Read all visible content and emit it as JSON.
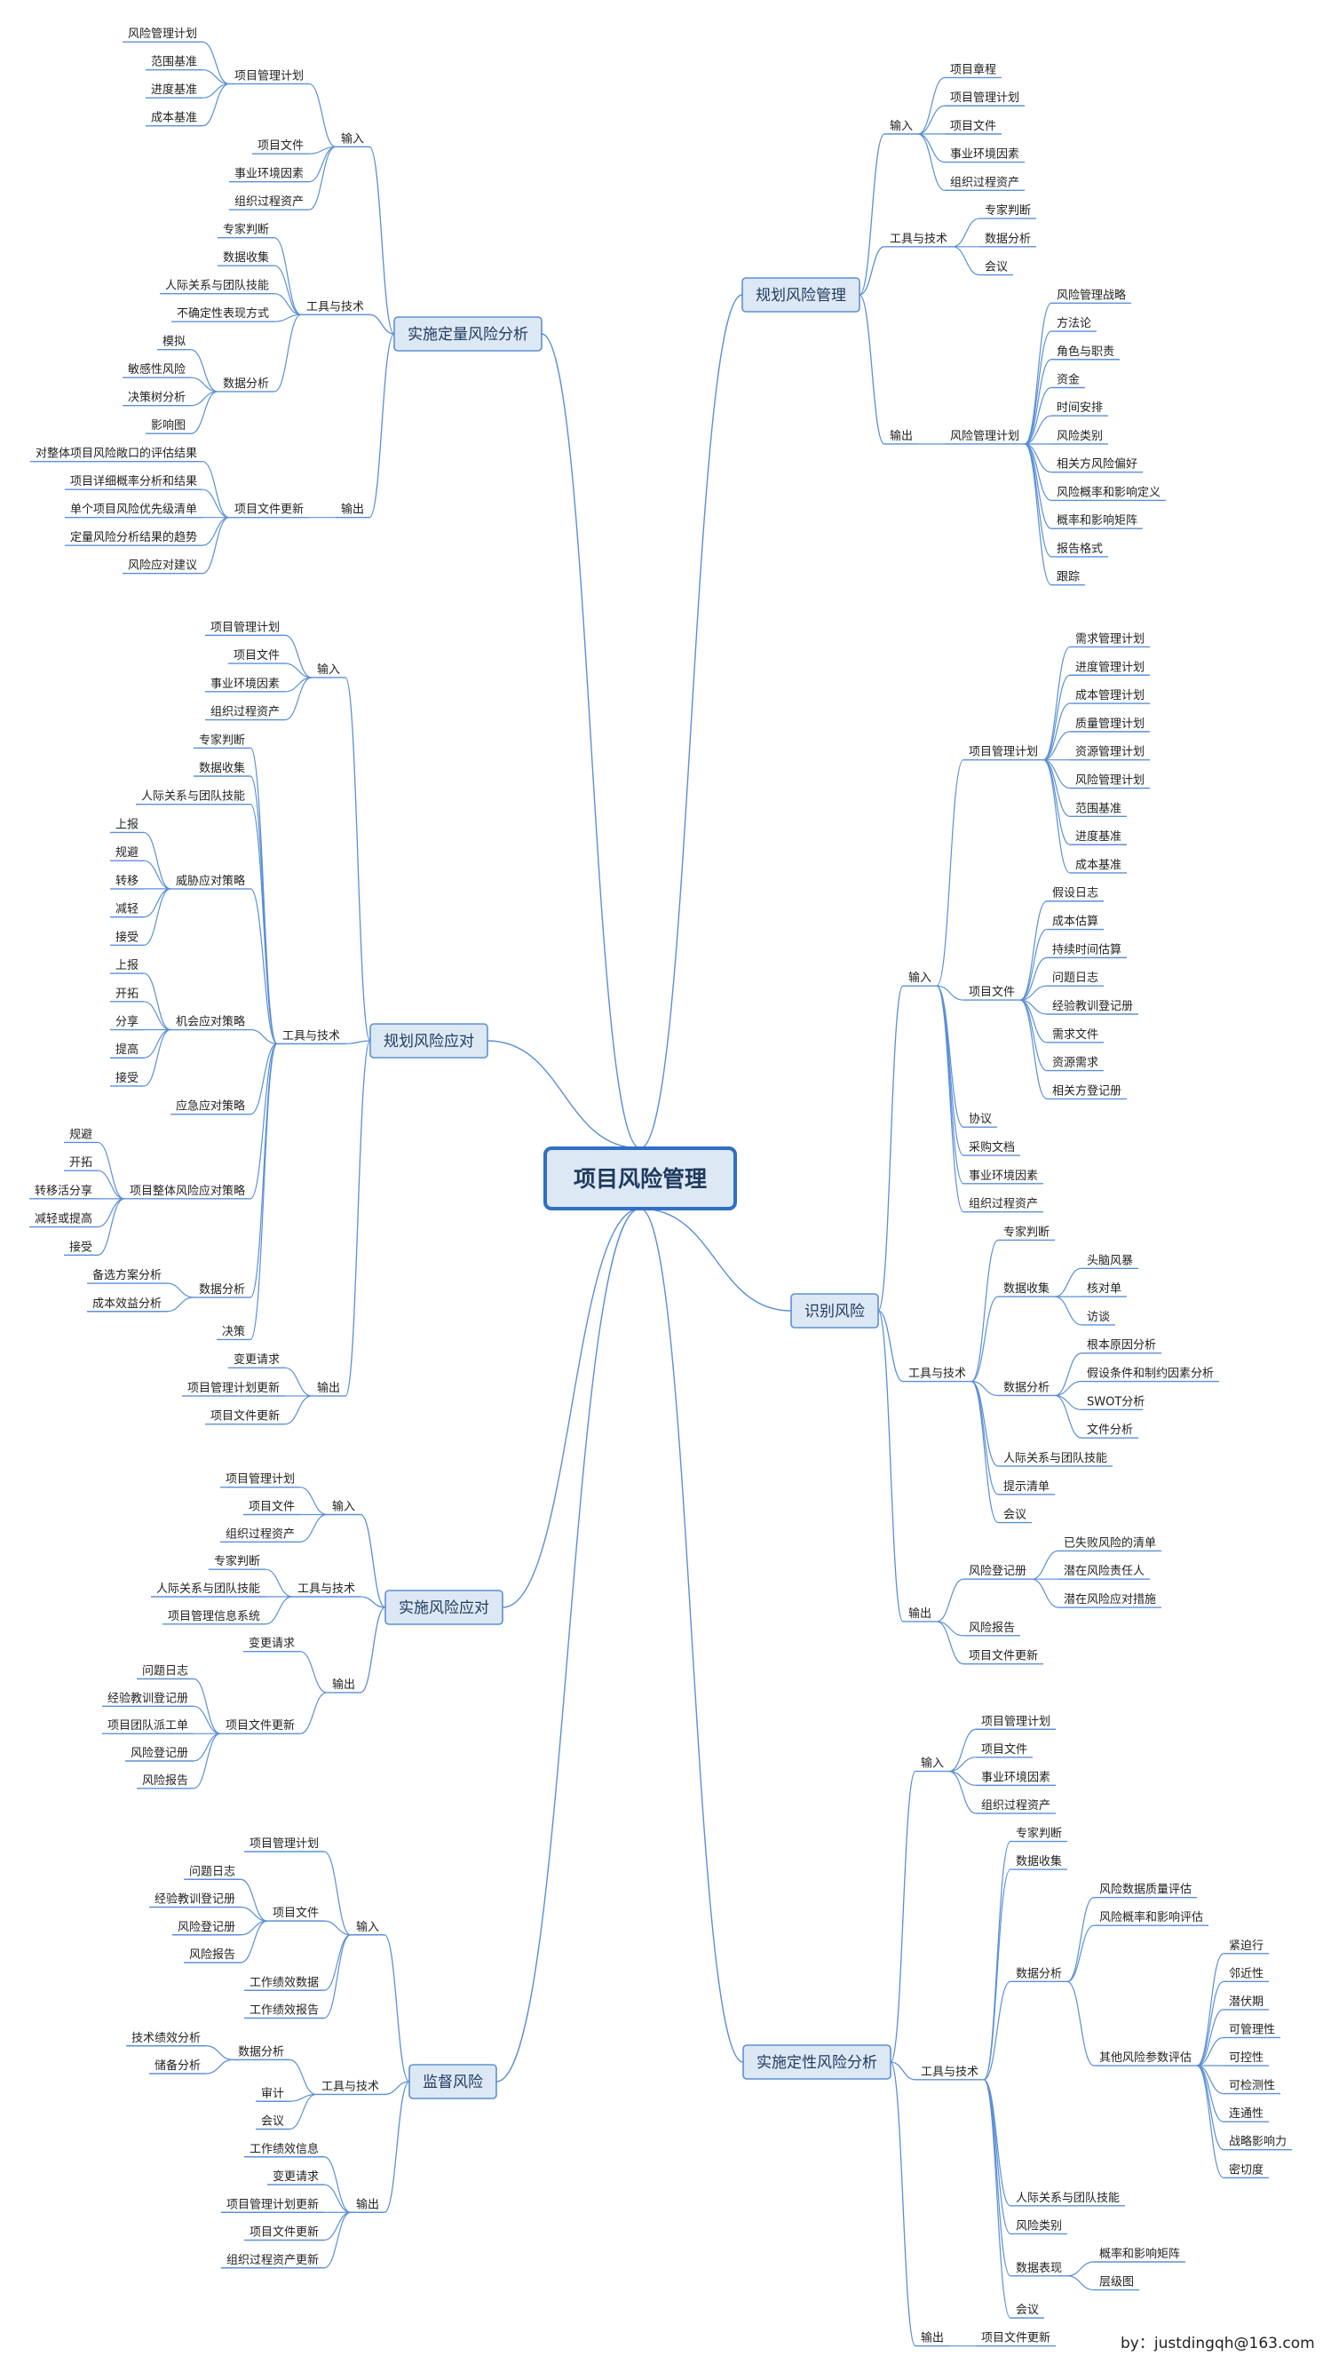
{
  "root": {
    "label": "项目风险管理"
  },
  "credit": "by：justdingqh@163.com",
  "branches": [
    {
      "label": "规划风险管理",
      "children": [
        {
          "label": "输入",
          "children": [
            {
              "label": "项目章程"
            },
            {
              "label": "项目管理计划"
            },
            {
              "label": "项目文件"
            },
            {
              "label": "事业环境因素"
            },
            {
              "label": "组织过程资产"
            }
          ]
        },
        {
          "label": "工具与技术",
          "children": [
            {
              "label": "专家判断"
            },
            {
              "label": "数据分析"
            },
            {
              "label": "会议"
            }
          ]
        },
        {
          "label": "输出",
          "children": [
            {
              "label": "风险管理计划",
              "children": [
                {
                  "label": "风险管理战略"
                },
                {
                  "label": "方法论"
                },
                {
                  "label": "角色与职责"
                },
                {
                  "label": "资金"
                },
                {
                  "label": "时间安排"
                },
                {
                  "label": "风险类别"
                },
                {
                  "label": "相关方风险偏好"
                },
                {
                  "label": "风险概率和影响定义"
                },
                {
                  "label": "概率和影响矩阵"
                },
                {
                  "label": "报告格式"
                },
                {
                  "label": "跟踪"
                }
              ]
            }
          ]
        }
      ]
    },
    {
      "label": "识别风险",
      "children": [
        {
          "label": "输入",
          "children": [
            {
              "label": "项目管理计划",
              "children": [
                {
                  "label": "需求管理计划"
                },
                {
                  "label": "进度管理计划"
                },
                {
                  "label": "成本管理计划"
                },
                {
                  "label": "质量管理计划"
                },
                {
                  "label": "资源管理计划"
                },
                {
                  "label": "风险管理计划"
                },
                {
                  "label": "范围基准"
                },
                {
                  "label": "进度基准"
                },
                {
                  "label": "成本基准"
                }
              ]
            },
            {
              "label": "项目文件",
              "children": [
                {
                  "label": "假设日志"
                },
                {
                  "label": "成本估算"
                },
                {
                  "label": "持续时间估算"
                },
                {
                  "label": "问题日志"
                },
                {
                  "label": "经验教训登记册"
                },
                {
                  "label": "需求文件"
                },
                {
                  "label": "资源需求"
                },
                {
                  "label": "相关方登记册"
                }
              ]
            },
            {
              "label": "协议"
            },
            {
              "label": "采购文档"
            },
            {
              "label": "事业环境因素"
            },
            {
              "label": "组织过程资产"
            }
          ]
        },
        {
          "label": "工具与技术",
          "children": [
            {
              "label": "专家判断"
            },
            {
              "label": "数据收集",
              "children": [
                {
                  "label": "头脑风暴"
                },
                {
                  "label": "核对单"
                },
                {
                  "label": "访谈"
                }
              ]
            },
            {
              "label": "数据分析",
              "children": [
                {
                  "label": "根本原因分析"
                },
                {
                  "label": "假设条件和制约因素分析"
                },
                {
                  "label": "SWOT分析"
                },
                {
                  "label": "文件分析"
                }
              ]
            },
            {
              "label": "人际关系与团队技能"
            },
            {
              "label": "提示清单"
            },
            {
              "label": "会议"
            }
          ]
        },
        {
          "label": "输出",
          "children": [
            {
              "label": "风险登记册",
              "children": [
                {
                  "label": "已失败风险的清单"
                },
                {
                  "label": "潜在风险责任人"
                },
                {
                  "label": "潜在风险应对措施"
                }
              ]
            },
            {
              "label": "风险报告"
            },
            {
              "label": "项目文件更新"
            }
          ]
        }
      ]
    },
    {
      "label": "实施定性风险分析",
      "children": [
        {
          "label": "输入",
          "children": [
            {
              "label": "项目管理计划"
            },
            {
              "label": "项目文件"
            },
            {
              "label": "事业环境因素"
            },
            {
              "label": "组织过程资产"
            }
          ]
        },
        {
          "label": "工具与技术",
          "children": [
            {
              "label": "专家判断"
            },
            {
              "label": "数据收集"
            },
            {
              "label": "数据分析",
              "children": [
                {
                  "label": "风险数据质量评估"
                },
                {
                  "label": "风险概率和影响评估"
                },
                {
                  "label": "其他风险参数评估",
                  "children": [
                    {
                      "label": "紧迫行"
                    },
                    {
                      "label": "邻近性"
                    },
                    {
                      "label": "潜伏期"
                    },
                    {
                      "label": "可管理性"
                    },
                    {
                      "label": "可控性"
                    },
                    {
                      "label": "可检测性"
                    },
                    {
                      "label": "连通性"
                    },
                    {
                      "label": "战略影响力"
                    },
                    {
                      "label": "密切度"
                    }
                  ]
                }
              ]
            },
            {
              "label": "人际关系与团队技能"
            },
            {
              "label": "风险类别"
            },
            {
              "label": "数据表现",
              "children": [
                {
                  "label": "概率和影响矩阵"
                },
                {
                  "label": "层级图"
                }
              ]
            },
            {
              "label": "会议"
            }
          ]
        },
        {
          "label": "输出",
          "children": [
            {
              "label": "项目文件更新"
            }
          ]
        }
      ]
    },
    {
      "label": "实施定量风险分析",
      "children": [
        {
          "label": "输入",
          "children": [
            {
              "label": "项目管理计划",
              "children": [
                {
                  "label": "风险管理计划"
                },
                {
                  "label": "范围基准"
                },
                {
                  "label": "进度基准"
                },
                {
                  "label": "成本基准"
                }
              ]
            },
            {
              "label": "项目文件"
            },
            {
              "label": "事业环境因素"
            },
            {
              "label": "组织过程资产"
            }
          ]
        },
        {
          "label": "工具与技术",
          "children": [
            {
              "label": "专家判断"
            },
            {
              "label": "数据收集"
            },
            {
              "label": "人际关系与团队技能"
            },
            {
              "label": "不确定性表现方式"
            },
            {
              "label": "数据分析",
              "children": [
                {
                  "label": "模拟"
                },
                {
                  "label": "敏感性风险"
                },
                {
                  "label": "决策树分析"
                },
                {
                  "label": "影响图"
                }
              ]
            }
          ]
        },
        {
          "label": "输出",
          "children": [
            {
              "label": "项目文件更新",
              "children": [
                {
                  "label": "对整体项目风险敞口的评估结果"
                },
                {
                  "label": "项目详细概率分析和结果"
                },
                {
                  "label": "单个项目风险优先级清单"
                },
                {
                  "label": "定量风险分析结果的趋势"
                },
                {
                  "label": "风险应对建议"
                }
              ]
            }
          ]
        }
      ]
    },
    {
      "label": "规划风险应对",
      "children": [
        {
          "label": "输入",
          "children": [
            {
              "label": "项目管理计划"
            },
            {
              "label": "项目文件"
            },
            {
              "label": "事业环境因素"
            },
            {
              "label": "组织过程资产"
            }
          ]
        },
        {
          "label": "工具与技术",
          "children": [
            {
              "label": "专家判断"
            },
            {
              "label": "数据收集"
            },
            {
              "label": "人际关系与团队技能"
            },
            {
              "label": "威胁应对策略",
              "children": [
                {
                  "label": "上报"
                },
                {
                  "label": "规避"
                },
                {
                  "label": "转移"
                },
                {
                  "label": "减轻"
                },
                {
                  "label": "接受"
                }
              ]
            },
            {
              "label": "机会应对策略",
              "children": [
                {
                  "label": "上报"
                },
                {
                  "label": "开拓"
                },
                {
                  "label": "分享"
                },
                {
                  "label": "提高"
                },
                {
                  "label": "接受"
                }
              ]
            },
            {
              "label": "应急应对策略"
            },
            {
              "label": "项目整体风险应对策略",
              "children": [
                {
                  "label": "规避"
                },
                {
                  "label": "开拓"
                },
                {
                  "label": "转移活分享"
                },
                {
                  "label": "减轻或提高"
                },
                {
                  "label": "接受"
                }
              ]
            },
            {
              "label": "数据分析",
              "children": [
                {
                  "label": "备选方案分析"
                },
                {
                  "label": "成本效益分析"
                }
              ]
            },
            {
              "label": "决策"
            }
          ]
        },
        {
          "label": "输出",
          "children": [
            {
              "label": "变更请求"
            },
            {
              "label": "项目管理计划更新"
            },
            {
              "label": "项目文件更新"
            }
          ]
        }
      ]
    },
    {
      "label": "实施风险应对",
      "children": [
        {
          "label": "输入",
          "children": [
            {
              "label": "项目管理计划"
            },
            {
              "label": "项目文件"
            },
            {
              "label": "组织过程资产"
            }
          ]
        },
        {
          "label": "工具与技术",
          "children": [
            {
              "label": "专家判断"
            },
            {
              "label": "人际关系与团队技能"
            },
            {
              "label": "项目管理信息系统"
            }
          ]
        },
        {
          "label": "输出",
          "children": [
            {
              "label": "变更请求"
            },
            {
              "label": "项目文件更新",
              "children": [
                {
                  "label": "问题日志"
                },
                {
                  "label": "经验教训登记册"
                },
                {
                  "label": "项目团队派工单"
                },
                {
                  "label": "风险登记册"
                },
                {
                  "label": "风险报告"
                }
              ]
            }
          ]
        }
      ]
    },
    {
      "label": "监督风险",
      "children": [
        {
          "label": "输入",
          "children": [
            {
              "label": "项目管理计划"
            },
            {
              "label": "项目文件",
              "children": [
                {
                  "label": "问题日志"
                },
                {
                  "label": "经验教训登记册"
                },
                {
                  "label": "风险登记册"
                },
                {
                  "label": "风险报告"
                }
              ]
            },
            {
              "label": "工作绩效数据"
            },
            {
              "label": "工作绩效报告"
            }
          ]
        },
        {
          "label": "工具与技术",
          "children": [
            {
              "label": "数据分析",
              "children": [
                {
                  "label": "技术绩效分析"
                },
                {
                  "label": "储备分析"
                }
              ]
            },
            {
              "label": "审计"
            },
            {
              "label": "会议"
            }
          ]
        },
        {
          "label": "输出",
          "children": [
            {
              "label": "工作绩效信息"
            },
            {
              "label": "变更请求"
            },
            {
              "label": "项目管理计划更新"
            },
            {
              "label": "项目文件更新"
            },
            {
              "label": "组织过程资产更新"
            }
          ]
        }
      ]
    }
  ]
}
